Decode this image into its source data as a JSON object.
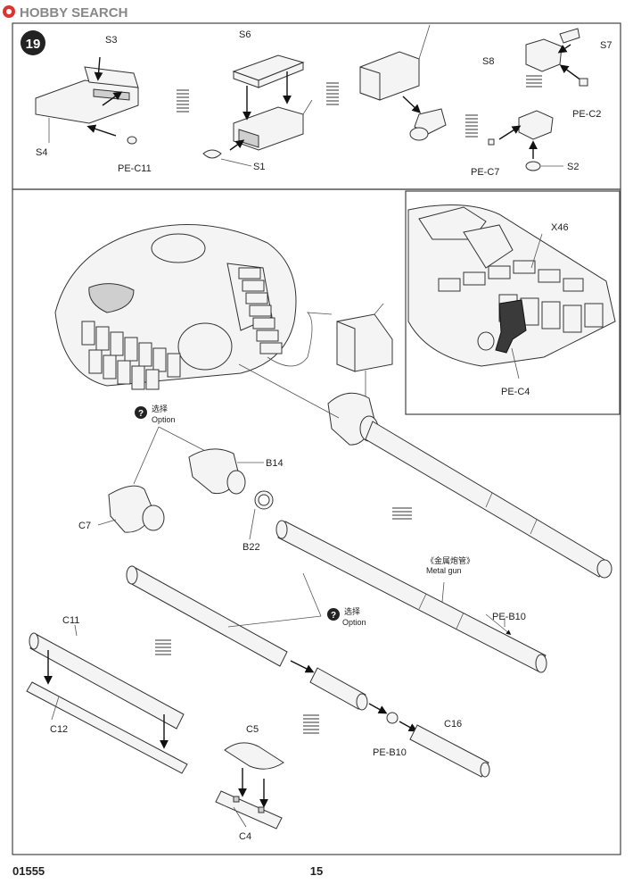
{
  "watermark": {
    "logo_text": "HOBBY SEARCH"
  },
  "step": {
    "number": "19"
  },
  "top_panel": {
    "labels": [
      "S3",
      "S4",
      "PE-C11",
      "S6",
      "S1",
      "S8",
      "S7",
      "PE-C2",
      "PE-C7",
      "S2"
    ]
  },
  "inset": {
    "labels": [
      "X46",
      "PE-C4"
    ]
  },
  "main_panel": {
    "labels": [
      "B14",
      "C7",
      "B22",
      "PE-B10",
      "C11",
      "C12",
      "C5",
      "C4",
      "PE-B10",
      "C16"
    ],
    "option_1": {
      "cn": "选择",
      "en": "Option"
    },
    "option_2": {
      "cn": "选择",
      "en": "Option"
    },
    "metal_gun": {
      "cn": "《金属炮管》",
      "en": "Metal gun"
    }
  },
  "footer": {
    "code": "01555",
    "page": "15"
  },
  "colors": {
    "line": "#333333",
    "part_fill": "#f4f4f4",
    "black_part": "#3a3a3a"
  }
}
